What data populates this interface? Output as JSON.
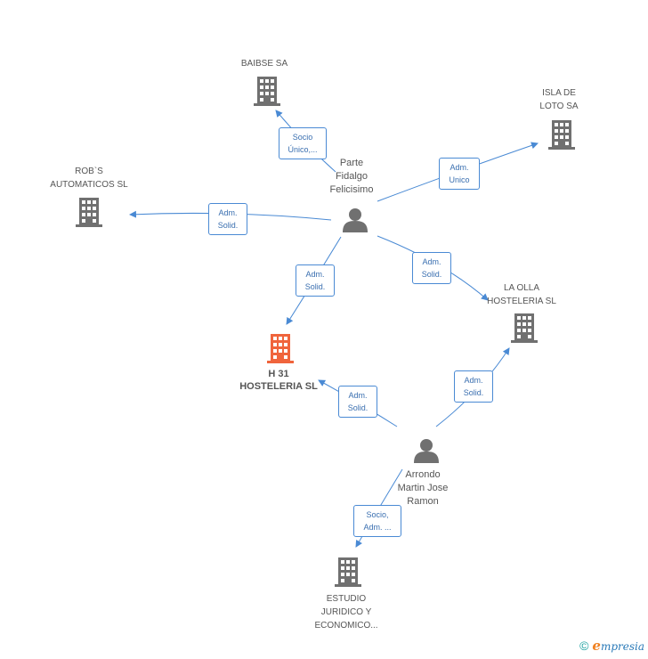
{
  "colors": {
    "edge": "#4a8ad4",
    "building": "#707070",
    "building_main": "#f0643c",
    "person": "#707070"
  },
  "nodes": {
    "baibse": {
      "label": "BAIBSE SA",
      "icon": "building-icon"
    },
    "isla_de_loto": {
      "label": "ISLA DE\nLOTO SA",
      "icon": "building-icon"
    },
    "robs": {
      "label": "ROB`S\nAUTOMATICOS SL",
      "icon": "building-icon"
    },
    "parte_fidalgo": {
      "label": "Parte\nFidalgo\nFelicisimo",
      "icon": "person-icon"
    },
    "h31": {
      "label": "H 31\nHOSTELERIA SL",
      "icon": "building-icon-highlighted"
    },
    "la_olla": {
      "label": "LA OLLA\nHOSTELERIA  SL",
      "icon": "building-icon"
    },
    "arrondo": {
      "label": "Arrondo\nMartin Jose\nRamon",
      "icon": "person-icon"
    },
    "estudio": {
      "label": "ESTUDIO\nJURIDICO Y\nECONOMICO...",
      "icon": "building-icon"
    }
  },
  "edges": {
    "parte_baibse": "Socio\nÚnico,...",
    "parte_isla": "Adm.\nUnico",
    "parte_robs": "Adm.\nSolid.",
    "parte_h31": "Adm.\nSolid.",
    "parte_laolla": "Adm.\nSolid.",
    "arrondo_h31": "Adm.\nSolid.",
    "arrondo_laolla": "Adm.\nSolid.",
    "arrondo_estudio": "Socio,\nAdm. ..."
  },
  "footer": {
    "copyright": "©",
    "brand_initial": "e",
    "brand_rest": "mpresia"
  }
}
